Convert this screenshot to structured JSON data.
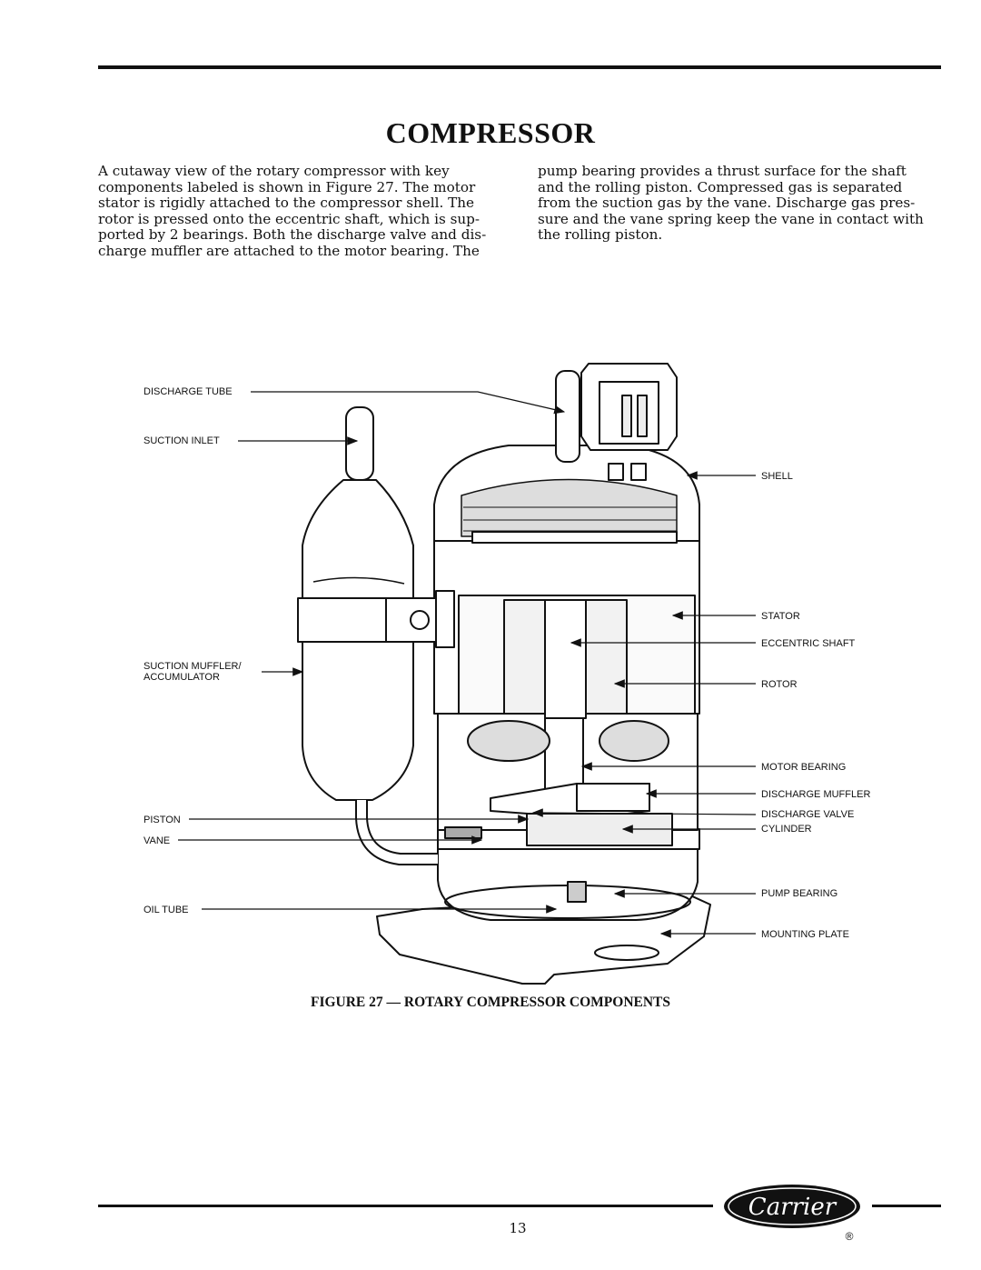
{
  "title": "COMPRESSOR",
  "body": {
    "left_lines": [
      "A cutaway view of the rotary compressor with key",
      "components labeled is shown in Figure 27. The motor",
      "stator is rigidly attached to the compressor shell. The",
      "rotor is pressed onto the eccentric shaft, which is sup-",
      "ported by 2 bearings. Both the discharge valve and dis-",
      "charge muffler are attached to the motor bearing. The"
    ],
    "right_lines": [
      "pump bearing provides a thrust surface for the shaft",
      "and the rolling piston. Compressed gas is separated",
      "from the suction gas by the vane. Discharge gas pres-",
      "sure and the vane spring keep the vane in contact with",
      "the rolling piston."
    ]
  },
  "figure": {
    "labels_left": {
      "discharge_tube": "DISCHARGE TUBE",
      "suction_inlet": "SUCTION INLET",
      "suction_muffler_1": "SUCTION MUFFLER/",
      "suction_muffler_2": "ACCUMULATOR",
      "piston": "PISTON",
      "vane": "VANE",
      "oil_tube": "OIL TUBE"
    },
    "labels_right": {
      "shell": "SHELL",
      "stator": "STATOR",
      "eccentric_shaft": "ECCENTRIC SHAFT",
      "rotor": "ROTOR",
      "motor_bearing": "MOTOR BEARING",
      "discharge_muffler": "DISCHARGE MUFFLER",
      "discharge_valve": "DISCHARGE VALVE",
      "cylinder": "CYLINDER",
      "pump_bearing": "PUMP BEARING",
      "mounting_plate": "MOUNTING PLATE"
    },
    "caption": "FIGURE 27 — ROTARY COMPRESSOR COMPONENTS"
  },
  "footer": {
    "page_number": "13",
    "logo_text": "Carrier",
    "registered_mark": "®"
  }
}
